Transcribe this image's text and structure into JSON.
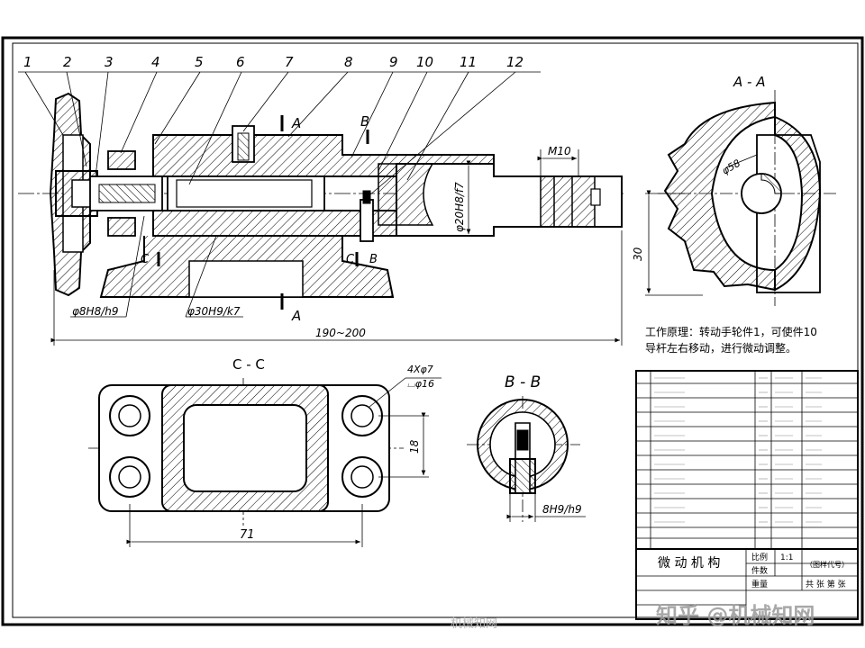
{
  "drawing": {
    "part_numbers": [
      "1",
      "2",
      "3",
      "4",
      "5",
      "6",
      "7",
      "8",
      "9",
      "10",
      "11",
      "12"
    ],
    "section_labels": {
      "aa_title": "A - A",
      "bb_title": "B - B",
      "cc_title": "C - C",
      "cut_a": "A",
      "cut_b": "B",
      "cut_c": "C"
    },
    "dimensions": {
      "m10": "M10",
      "d58": "φ58",
      "d20": "φ20H8/f7",
      "d8": "φ8H8/h9",
      "d30": "φ30H9/k7",
      "overall": "190~200",
      "height30": "30",
      "holes": "4Xφ7",
      "cbore": "⌴φ16",
      "h18": "18",
      "w71": "71",
      "key": "8H9/h9"
    },
    "note_lines": [
      "工作原理：转动手轮件1，可使件10",
      "导杆左右移动，进行微动调整。"
    ],
    "title_block": {
      "name": "微 动 机 构",
      "scale_label": "比例",
      "qty_label": "件数",
      "weight_label": "重量",
      "scale_value": "1:1",
      "drawing_no": "（图样代号）",
      "sheets": "共 张 第 张"
    },
    "watermark": {
      "center": "机械知网",
      "corner": "知乎 @机械知网"
    }
  }
}
